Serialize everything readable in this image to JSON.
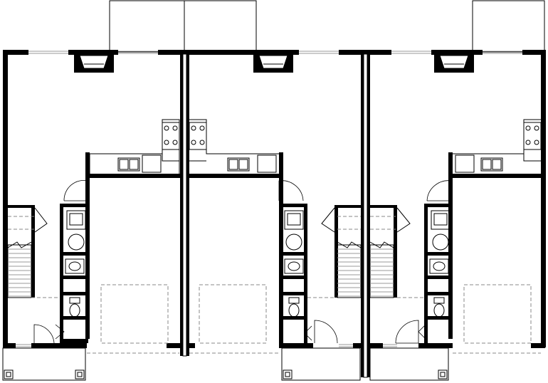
{
  "drawing": {
    "type": "triplex-floor-plan",
    "units": [
      {
        "name": "unit-left",
        "stair_side": "left",
        "fixtures": [
          "fireplace",
          "range",
          "sink",
          "washer",
          "dryer",
          "lavatory",
          "toilet",
          "garage-car"
        ]
      },
      {
        "name": "unit-middle",
        "stair_side": "right",
        "fixtures": [
          "fireplace",
          "range",
          "sink",
          "washer",
          "dryer",
          "lavatory",
          "toilet",
          "garage-car"
        ]
      },
      {
        "name": "unit-right",
        "stair_side": "left",
        "fixtures": [
          "fireplace",
          "range",
          "sink",
          "washer",
          "dryer",
          "lavatory",
          "toilet",
          "garage-car"
        ]
      }
    ],
    "colors": {
      "wall": "#000000",
      "line": "#000000",
      "dashed": "#888888",
      "background": "#ffffff"
    }
  }
}
